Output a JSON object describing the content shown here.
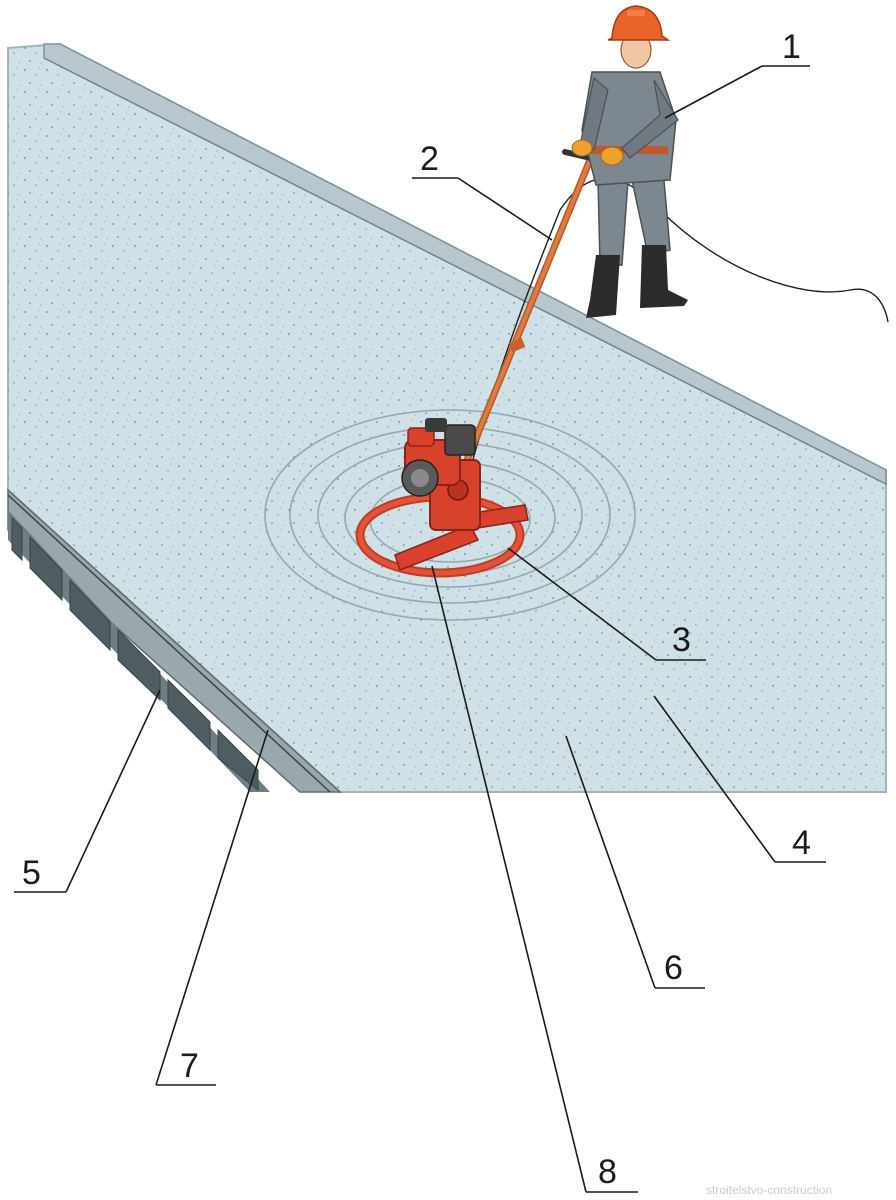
{
  "figure": {
    "callouts": [
      {
        "id": "1",
        "label": "1"
      },
      {
        "id": "2",
        "label": "2"
      },
      {
        "id": "3",
        "label": "3"
      },
      {
        "id": "4",
        "label": "4"
      },
      {
        "id": "5",
        "label": "5"
      },
      {
        "id": "6",
        "label": "6"
      },
      {
        "id": "7",
        "label": "7"
      },
      {
        "id": "8",
        "label": "8"
      }
    ],
    "watermark": "stroitelstvo-construction"
  },
  "colors": {
    "slab": "#cfe0e6",
    "slab_edge": "#9fb5bd",
    "trowel_red": "#d8412c",
    "worker_gray": "#7d8790",
    "helmet_orange": "#e8632a",
    "glove_orange": "#f0a030",
    "ink": "#1a1a1a"
  }
}
